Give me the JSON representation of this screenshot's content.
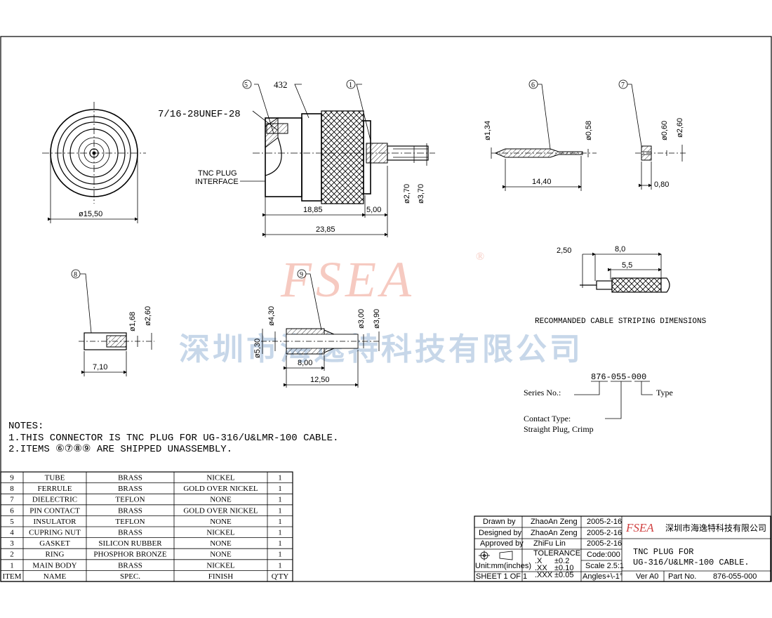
{
  "watermark": {
    "logo": "FSEA",
    "registered": "®",
    "company_cn": "深圳市海逸特科技有限公司"
  },
  "drawing": {
    "thread_label": "7/16-28UNEF-28",
    "interface_label_1": "TNC PLUG",
    "interface_label_2": "INTERFACE",
    "callouts": {
      "c5": "5",
      "c432": "432",
      "c1": "1",
      "c6": "6",
      "c7": "7",
      "c8": "8",
      "c9": "9"
    },
    "dims": {
      "front_dia": "ø15,50",
      "len_1885": "18,85",
      "len_500": "5,00",
      "len_2385": "23,85",
      "dia_270": "ø2,70",
      "dia_370": "ø3,70",
      "pin_dia_134": "ø1,34",
      "pin_dia_058": "ø0,58",
      "pin_len": "14,40",
      "diel_dia_060": "ø0,60",
      "diel_dia_260": "ø2,60",
      "diel_len": "0,80",
      "ring_dia_168": "ø1,68",
      "ring_dia_260": "ø2,60",
      "ring_len": "7,10",
      "fer_dia_430": "ø4,30",
      "fer_dia_530": "ø5,30",
      "fer_dia_300": "ø3,00",
      "fer_dia_390": "ø3,90",
      "fer_len_800": "8,00",
      "fer_len_1250": "12,50",
      "strip_250": "2,50",
      "strip_80": "8,0",
      "strip_55": "5,5"
    },
    "strip_caption": "RECOMMANDED CABLE STRIPING DIMENSIONS"
  },
  "part_number": {
    "code": "876-055-000",
    "series_label": "Series No.:",
    "type_label": "Type",
    "contact_label": "Contact Type:",
    "contact_value": "Straight Plug, Crimp"
  },
  "notes": {
    "title": "NOTES:",
    "line1": "1.THIS CONNECTOR IS TNC PLUG FOR UG-316/U&LMR-100 CABLE.",
    "line2": "2.ITEMS ⑥⑦⑧⑨ ARE SHIPPED UNASSEMBLY."
  },
  "bom": {
    "headers": [
      "ITEM",
      "NAME",
      "SPEC.",
      "FINISH",
      "Q'TY"
    ],
    "rows": [
      [
        "9",
        "TUBE",
        "BRASS",
        "NICKEL",
        "1"
      ],
      [
        "8",
        "FERRULE",
        "BRASS",
        "GOLD OVER NICKEL",
        "1"
      ],
      [
        "7",
        "DIELECTRIC",
        "TEFLON",
        "NONE",
        "1"
      ],
      [
        "6",
        "PIN CONTACT",
        "BRASS",
        "GOLD OVER NICKEL",
        "1"
      ],
      [
        "5",
        "INSULATOR",
        "TEFLON",
        "NONE",
        "1"
      ],
      [
        "4",
        "CUPRING NUT",
        "BRASS",
        "NICKEL",
        "1"
      ],
      [
        "3",
        "GASKET",
        "SILICON RUBBER",
        "NONE",
        "1"
      ],
      [
        "2",
        "RING",
        "PHOSPHOR BRONZE",
        "NONE",
        "1"
      ],
      [
        "1",
        "MAIN BODY",
        "BRASS",
        "NICKEL",
        "1"
      ]
    ]
  },
  "title_block": {
    "drawn_label": "Drawn by",
    "drawn_name": "ZhaoAn Zeng",
    "drawn_date": "2005-2-16",
    "designed_label": "Designed by",
    "designed_name": "ZhaoAn Zeng",
    "designed_date": "2005-2-16",
    "approved_label": "Approved by",
    "approved_name": "ZhiFu Lin",
    "approved_date": "2005-2-16",
    "units": "Unit:mm(inches)",
    "tolerance_label": "TOLERANCE",
    "tol_x": ".X",
    "tol_x_val": "±0.2",
    "tol_xx": ".XX",
    "tol_xx_val": "±0.10",
    "tol_xxx": ".XXX",
    "tol_xxx_val": "±0.05",
    "code": "Code:000",
    "scale": "Scale 2.5:1",
    "angles": "Angles+\\-1°",
    "sheet": "SHEET 1 OF 1",
    "logo": "FSEA",
    "company": "深圳市海逸特科技有限公司",
    "product_line1": "TNC PLUG FOR",
    "product_line2": "UG-316/U&LMR-100 CABLE.",
    "ver": "Ver A0",
    "part_no_label": "Part No.",
    "part_no": "876-055-000"
  }
}
